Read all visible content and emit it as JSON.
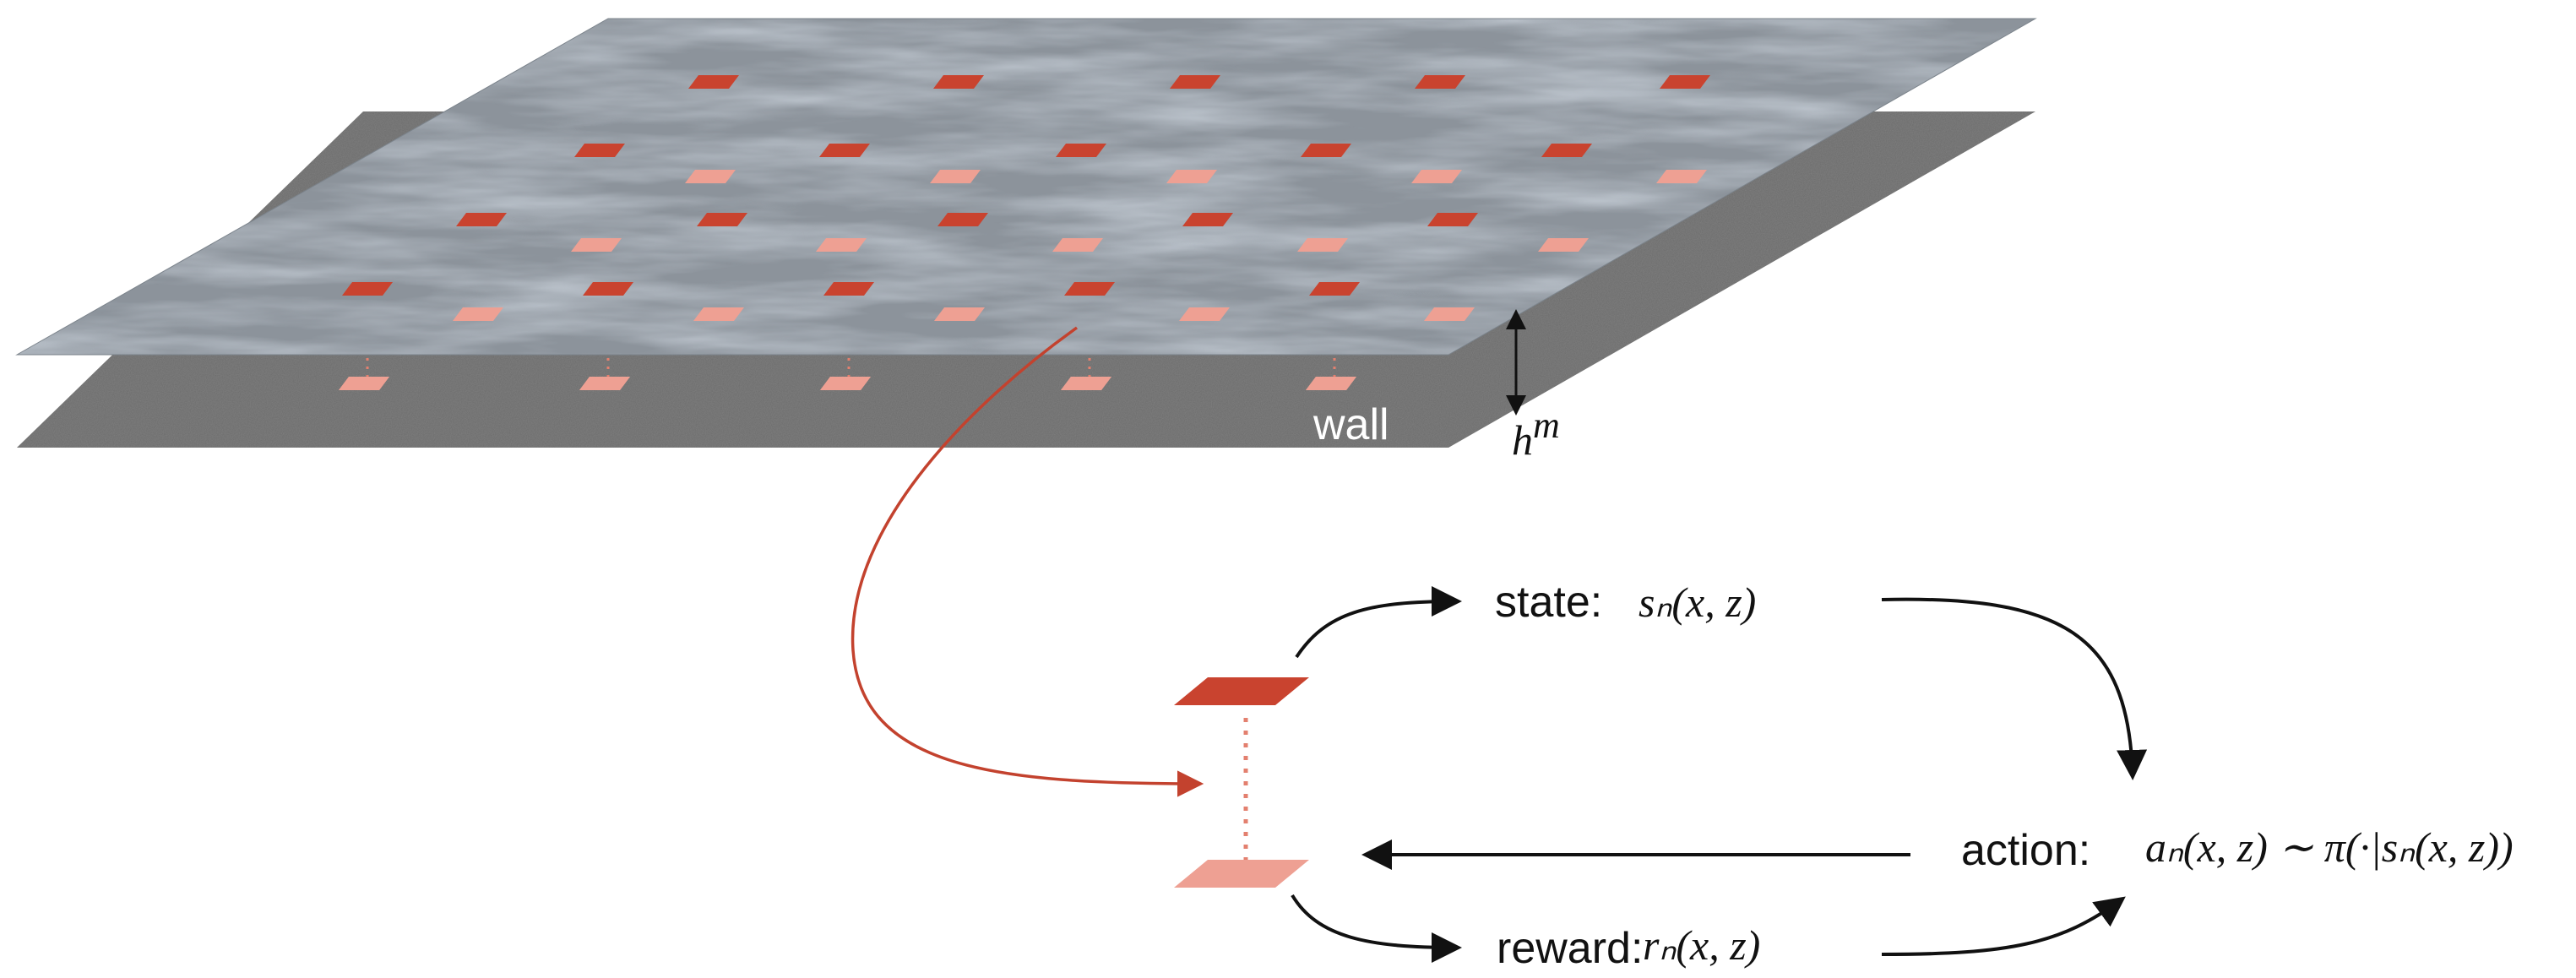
{
  "labels": {
    "wall": "wall",
    "height": "h",
    "height_sup": "m",
    "state_word": "state:",
    "state_expr": "sₙ(x, z)",
    "action_word": "action:",
    "action_expr": "aₙ(x, z) ∼ π(·|sₙ(x, z))",
    "reward_word": "reward:",
    "reward_expr": "rₙ(x, z)"
  },
  "colors": {
    "agent_top": "#c9432f",
    "agent_bottom": "#eea093",
    "connector": "#e3806f",
    "wall_plane": "#6b6b6b",
    "flow_plane": "#8a9199",
    "zoom_curve": "#c3422e",
    "arrow": "#111111"
  }
}
